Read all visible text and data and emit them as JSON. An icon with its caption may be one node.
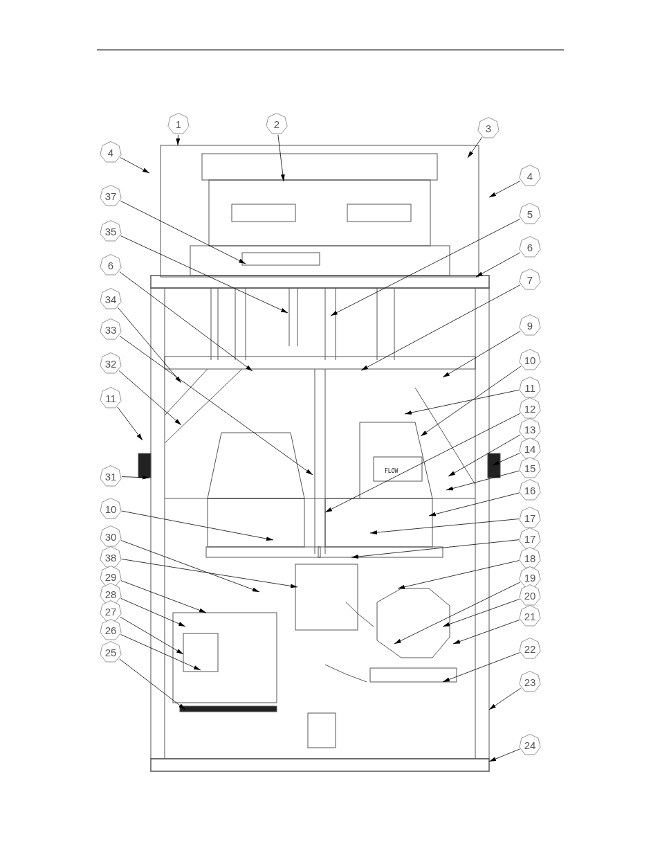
{
  "diagram": {
    "nodes": [
      {
        "text": [
          "1"
        ]
      },
      {
        "text": [
          "2"
        ]
      },
      {
        "text": [
          "3"
        ]
      },
      {
        "text": [
          "4"
        ]
      },
      {
        "text": [
          "4"
        ]
      },
      {
        "text": [
          "37"
        ]
      },
      {
        "text": [
          "5"
        ]
      },
      {
        "text": [
          "35"
        ]
      },
      {
        "text": [
          "6"
        ]
      },
      {
        "text": [
          "6"
        ]
      },
      {
        "text": [
          "7"
        ]
      },
      {
        "text": [
          "34"
        ]
      },
      {
        "text": [
          "9"
        ]
      },
      {
        "text": [
          "33"
        ]
      },
      {
        "text": [
          "10"
        ]
      },
      {
        "text": [
          "32"
        ]
      },
      {
        "text": [
          "11"
        ]
      },
      {
        "text": [
          "12"
        ]
      },
      {
        "text": [
          "11"
        ]
      },
      {
        "text": [
          "13"
        ]
      },
      {
        "text": [
          "14"
        ]
      },
      {
        "text": [
          "15"
        ]
      },
      {
        "text": [
          "31"
        ]
      },
      {
        "text": [
          "16"
        ]
      },
      {
        "text": [
          "10"
        ]
      },
      {
        "text": [
          "17"
        ]
      },
      {
        "text": [
          "30"
        ]
      },
      {
        "text": [
          "17"
        ]
      },
      {
        "text": [
          "38"
        ]
      },
      {
        "text": [
          "18"
        ]
      },
      {
        "text": [
          "29"
        ]
      },
      {
        "text": [
          "19"
        ]
      },
      {
        "text": [
          "28"
        ]
      },
      {
        "text": [
          "20"
        ]
      },
      {
        "text": [
          "27"
        ]
      },
      {
        "text": [
          "26"
        ]
      },
      {
        "text": [
          "21"
        ]
      },
      {
        "text": [
          "22"
        ]
      },
      {
        "text": [
          "25"
        ]
      },
      {
        "text": [
          "23"
        ]
      },
      {
        "text": [
          "24"
        ]
      }
    ],
    "edges": [
      {
        "from": 0,
        "to": null,
        "arrow": "to"
      },
      {
        "from": 1,
        "to": null,
        "arrow": "to"
      },
      {
        "from": 2,
        "to": null,
        "arrow": "to"
      },
      {
        "from": 3,
        "to": null,
        "arrow": "to"
      },
      {
        "from": 4,
        "to": null,
        "arrow": "to"
      },
      {
        "from": 5,
        "to": null,
        "arrow": "to"
      },
      {
        "from": 6,
        "to": null,
        "arrow": "to"
      },
      {
        "from": 7,
        "to": null,
        "arrow": "to"
      },
      {
        "from": 8,
        "to": null,
        "arrow": "to"
      },
      {
        "from": 9,
        "to": null,
        "arrow": "to"
      },
      {
        "from": 10,
        "to": null,
        "arrow": "to"
      },
      {
        "from": 11,
        "to": null,
        "arrow": "to"
      },
      {
        "from": 12,
        "to": null,
        "arrow": "to"
      },
      {
        "from": 13,
        "to": null,
        "arrow": "to"
      },
      {
        "from": 14,
        "to": null,
        "arrow": "to"
      },
      {
        "from": 15,
        "to": null,
        "arrow": "to"
      },
      {
        "from": 16,
        "to": null,
        "arrow": "to"
      },
      {
        "from": 17,
        "to": null,
        "arrow": "to"
      },
      {
        "from": 18,
        "to": null,
        "arrow": "to"
      },
      {
        "from": 19,
        "to": null,
        "arrow": "to"
      },
      {
        "from": 20,
        "to": null,
        "arrow": "to"
      },
      {
        "from": 21,
        "to": null,
        "arrow": "to"
      },
      {
        "from": 22,
        "to": null,
        "arrow": "to"
      },
      {
        "from": 23,
        "to": null,
        "arrow": "to"
      },
      {
        "from": 24,
        "to": null,
        "arrow": "to"
      },
      {
        "from": 25,
        "to": null,
        "arrow": "to"
      },
      {
        "from": 26,
        "to": null,
        "arrow": "to"
      },
      {
        "from": 27,
        "to": null,
        "arrow": "to"
      },
      {
        "from": 28,
        "to": null,
        "arrow": "to"
      },
      {
        "from": 29,
        "to": null,
        "arrow": "to"
      },
      {
        "from": 30,
        "to": null,
        "arrow": "to"
      },
      {
        "from": 31,
        "to": null,
        "arrow": "to"
      },
      {
        "from": 32,
        "to": null,
        "arrow": "to"
      },
      {
        "from": 33,
        "to": null,
        "arrow": "to"
      },
      {
        "from": 34,
        "to": null,
        "arrow": "to"
      },
      {
        "from": 35,
        "to": null,
        "arrow": "to"
      },
      {
        "from": 36,
        "to": null,
        "arrow": "to"
      },
      {
        "from": 37,
        "to": null,
        "arrow": "to"
      },
      {
        "from": 38,
        "to": null,
        "arrow": "to"
      },
      {
        "from": 39,
        "to": null,
        "arrow": "to"
      },
      {
        "from": 40,
        "to": null,
        "arrow": "to"
      }
    ],
    "labels": [
      "FLOW"
    ]
  }
}
